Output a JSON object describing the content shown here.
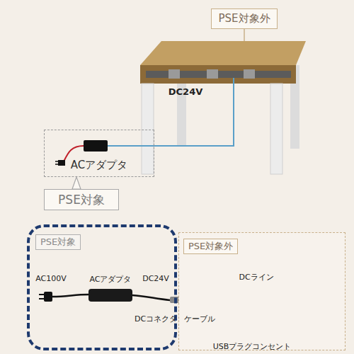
{
  "diagram": {
    "nodes": [
      {
        "text": [
          "PSE対象外"
        ]
      },
      {
        "text": [
          "ACアダプタ"
        ]
      },
      {
        "text": [
          "PSE対象"
        ]
      },
      {
        "text": [
          "PSE対象"
        ]
      },
      {
        "text": [
          "PSE対象外"
        ]
      }
    ],
    "edges": [
      {
        "from": 2,
        "to": 1,
        "arrow": "none"
      }
    ],
    "labels": [
      "DC24V",
      "AC100V",
      "ACアダプタ",
      "DC24V",
      "DCコネクタ",
      "ケーブル",
      "DCライン",
      "USBプラグコンセント"
    ]
  }
}
